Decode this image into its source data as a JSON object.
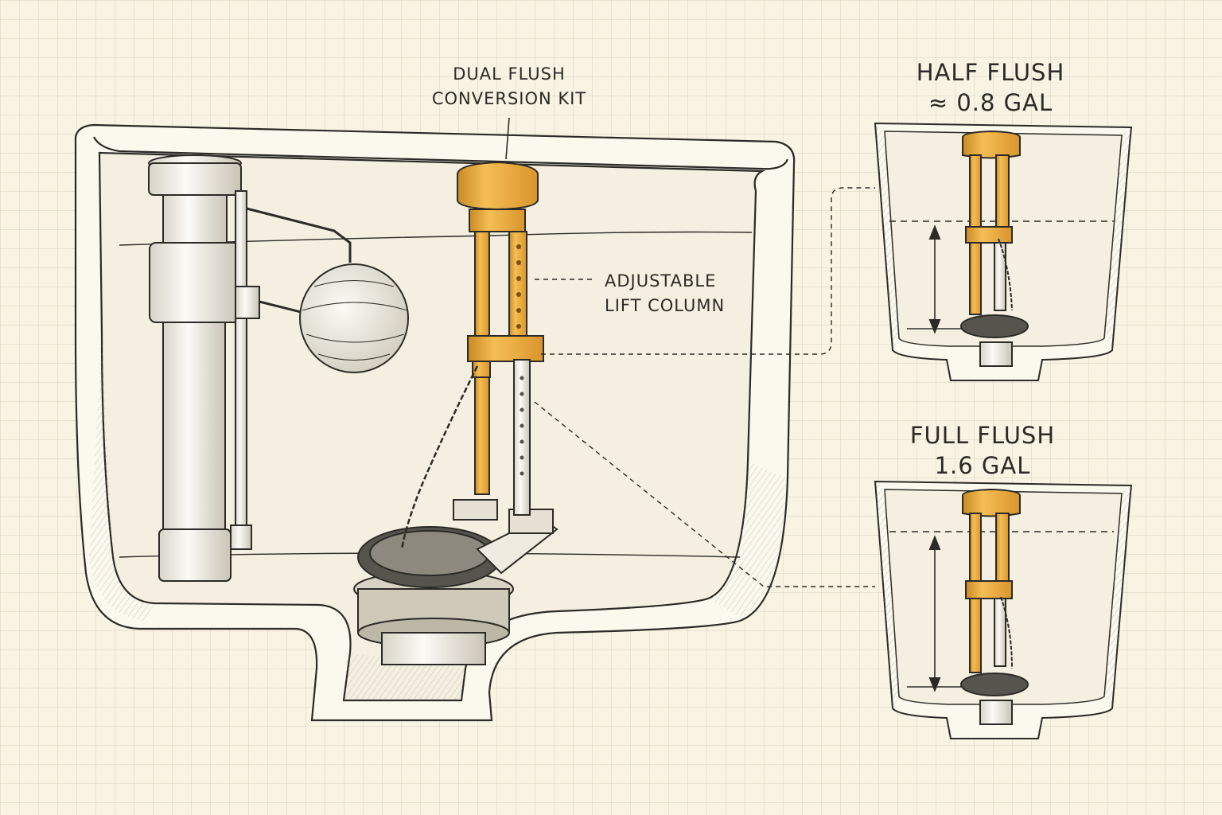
{
  "callouts": {
    "kit_line1": "DUAL FLUSH",
    "kit_line2": "CONVERSION KIT",
    "column_line1": "ADJUSTABLE",
    "column_line2": "LIFT COLUMN"
  },
  "panels": {
    "half": {
      "title": "HALF FLUSH",
      "volume": "≈ 0.8 GAL"
    },
    "full": {
      "title": "FULL FLUSH",
      "volume": "1.6 GAL"
    }
  },
  "colors": {
    "ink": "#2b2a26",
    "kit_orange": "#e8a83a",
    "kit_orange_dark": "#b87a1e",
    "paper": "#f8f3e3",
    "porcelain": "#fbf8ee"
  }
}
